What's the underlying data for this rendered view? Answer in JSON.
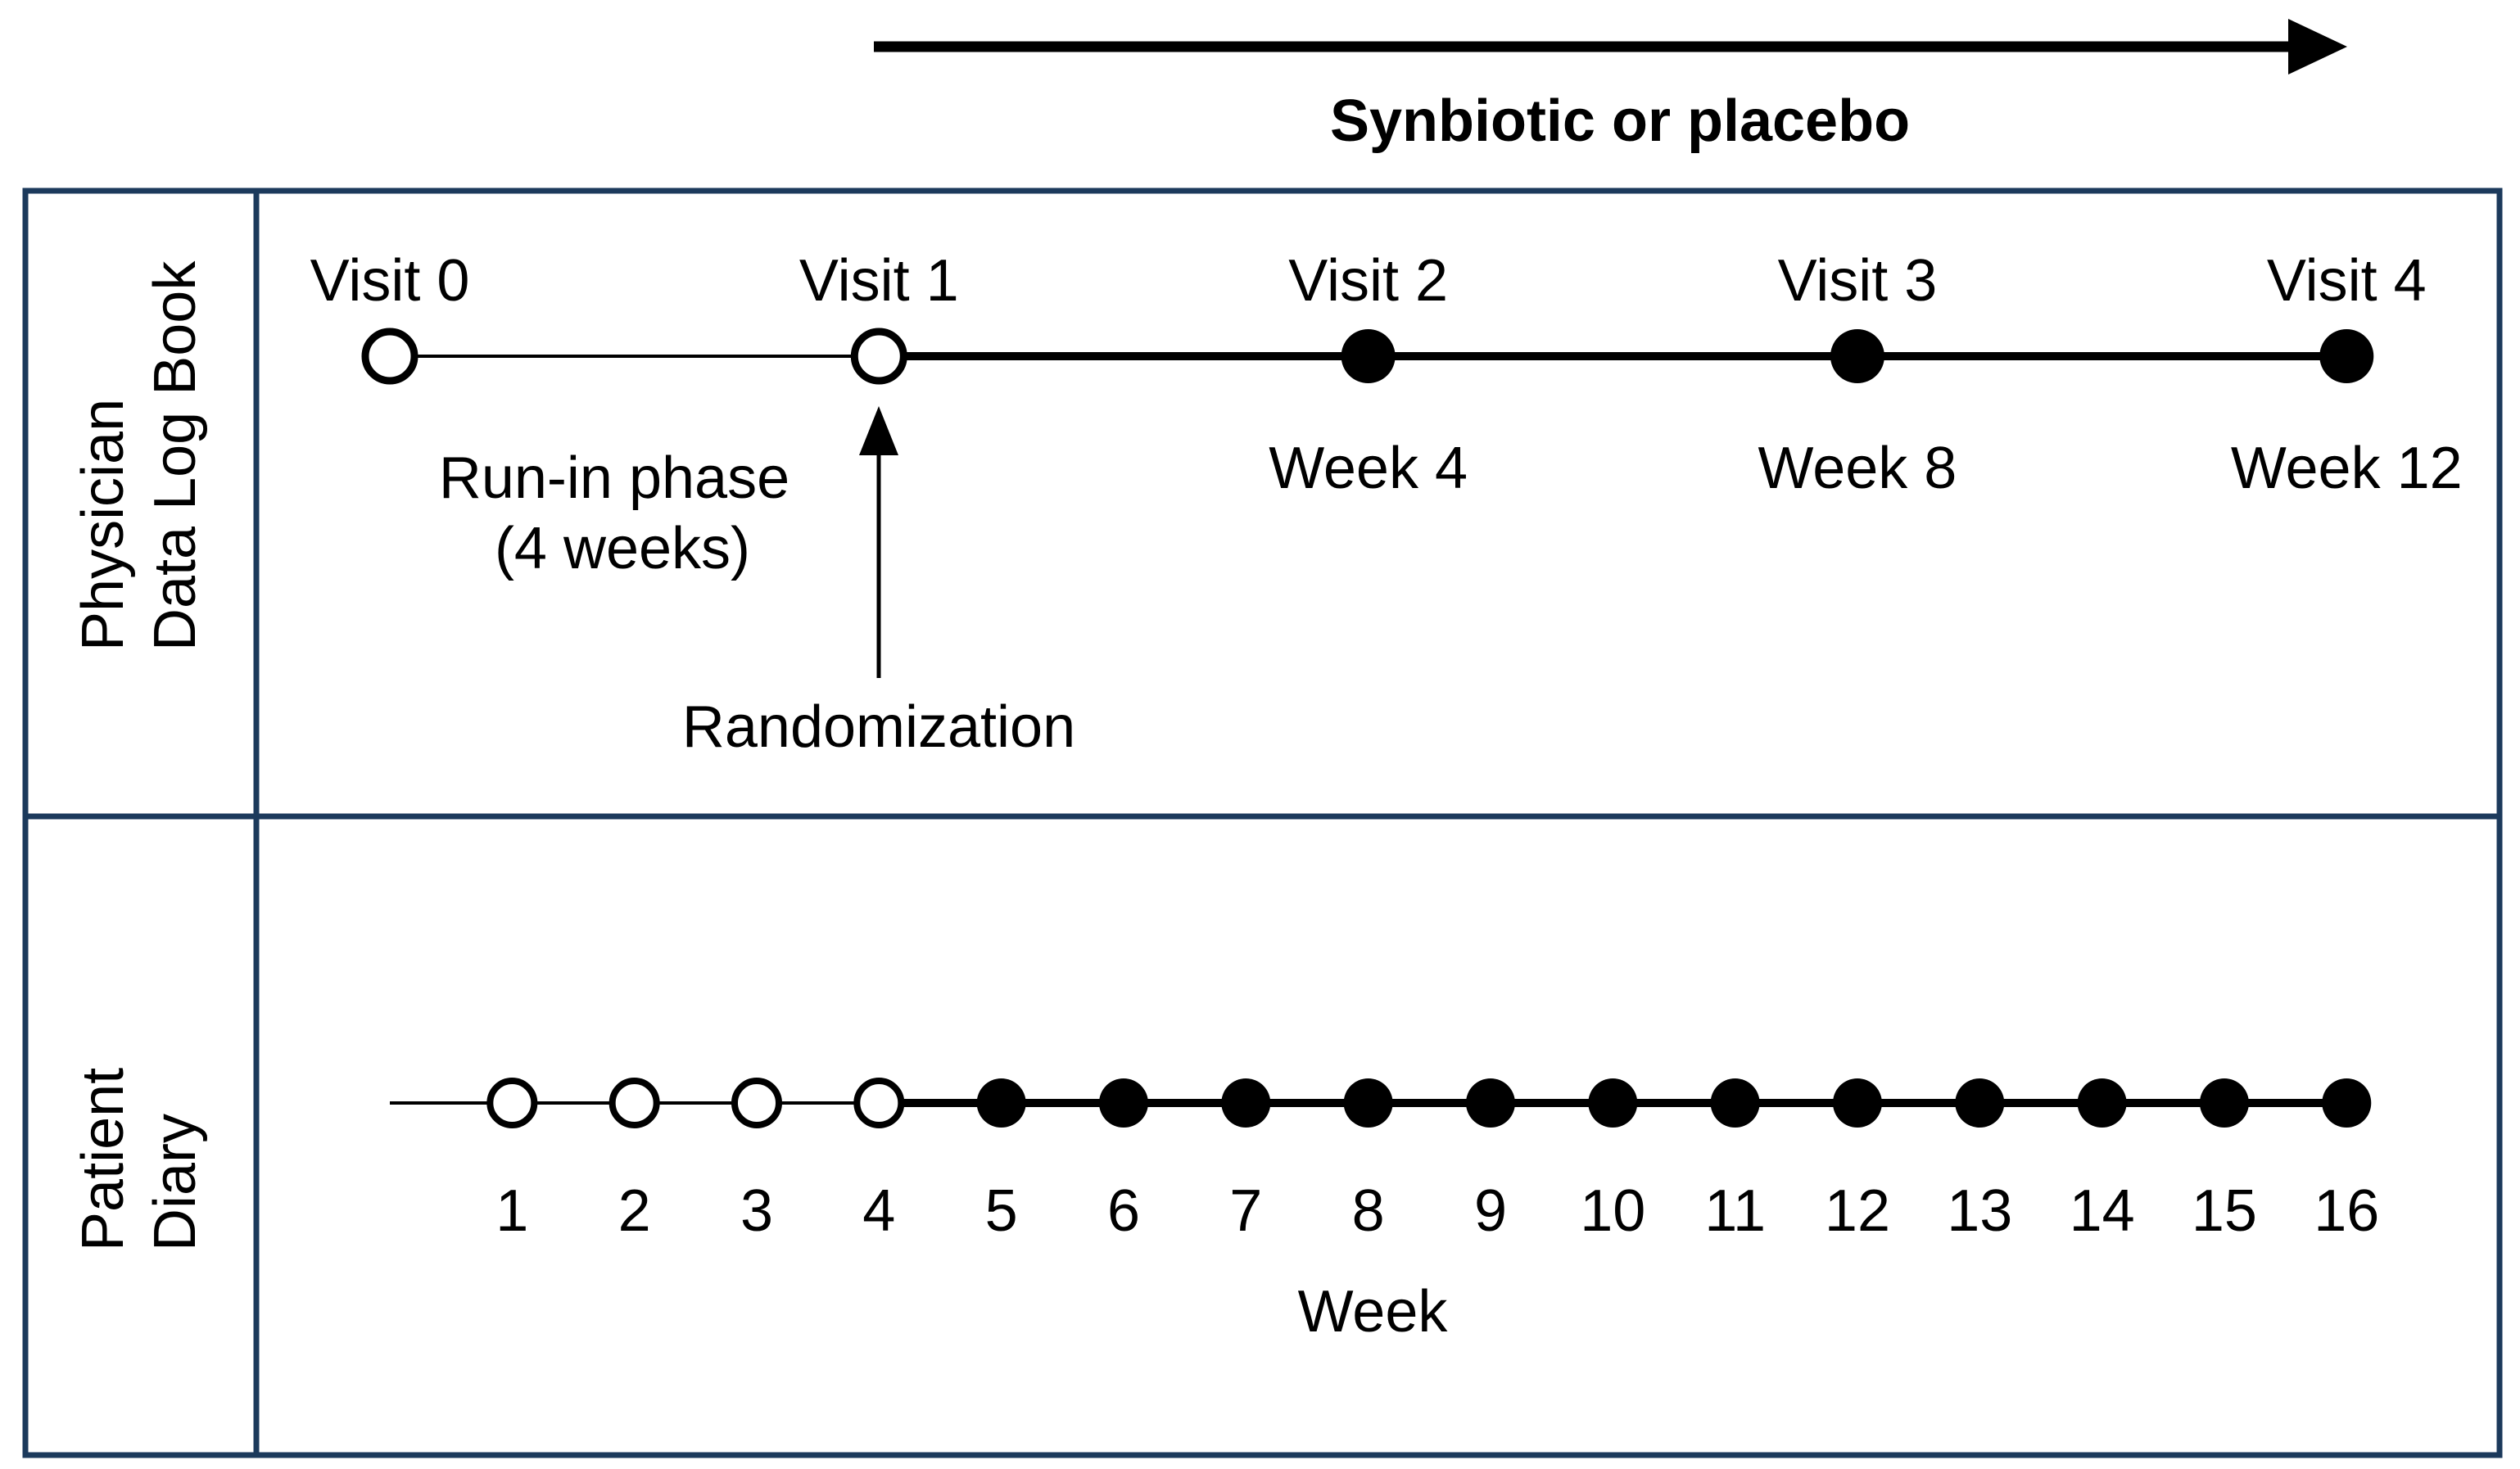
{
  "header": {
    "treatment_arrow_label": "Synbiotic or placebo"
  },
  "rows": [
    {
      "label_lines": [
        "Physician",
        "Data Log Book"
      ]
    },
    {
      "label_lines": [
        "Patient",
        "Diary"
      ]
    }
  ],
  "physician_timeline": {
    "visits": [
      {
        "label": "Visit 0",
        "position_week": 0,
        "marker": "open",
        "sublabel": ""
      },
      {
        "label": "Visit 1",
        "position_week": 4,
        "marker": "open",
        "sublabel": ""
      },
      {
        "label": "Visit 2",
        "position_week": 8,
        "marker": "filled",
        "sublabel": "Week 4"
      },
      {
        "label": "Visit 3",
        "position_week": 12,
        "marker": "filled",
        "sublabel": "Week 8"
      },
      {
        "label": "Visit 4",
        "position_week": 16,
        "marker": "filled",
        "sublabel": "Week 12"
      }
    ],
    "run_in_label_lines": [
      "Run-in phase",
      "(4 weeks)"
    ],
    "randomization_label": "Randomization"
  },
  "patient_timeline": {
    "weeks": [
      {
        "num": 1,
        "marker": "open"
      },
      {
        "num": 2,
        "marker": "open"
      },
      {
        "num": 3,
        "marker": "open"
      },
      {
        "num": 4,
        "marker": "open"
      },
      {
        "num": 5,
        "marker": "filled"
      },
      {
        "num": 6,
        "marker": "filled"
      },
      {
        "num": 7,
        "marker": "filled"
      },
      {
        "num": 8,
        "marker": "filled"
      },
      {
        "num": 9,
        "marker": "filled"
      },
      {
        "num": 10,
        "marker": "filled"
      },
      {
        "num": 11,
        "marker": "filled"
      },
      {
        "num": 12,
        "marker": "filled"
      },
      {
        "num": 13,
        "marker": "filled"
      },
      {
        "num": 14,
        "marker": "filled"
      },
      {
        "num": 15,
        "marker": "filled"
      },
      {
        "num": 16,
        "marker": "filled"
      }
    ],
    "axis_label": "Week"
  },
  "colors": {
    "ink": "#000000",
    "border": "#1c3a5c",
    "background": "#ffffff",
    "open_marker_fill": "#ffffff"
  }
}
